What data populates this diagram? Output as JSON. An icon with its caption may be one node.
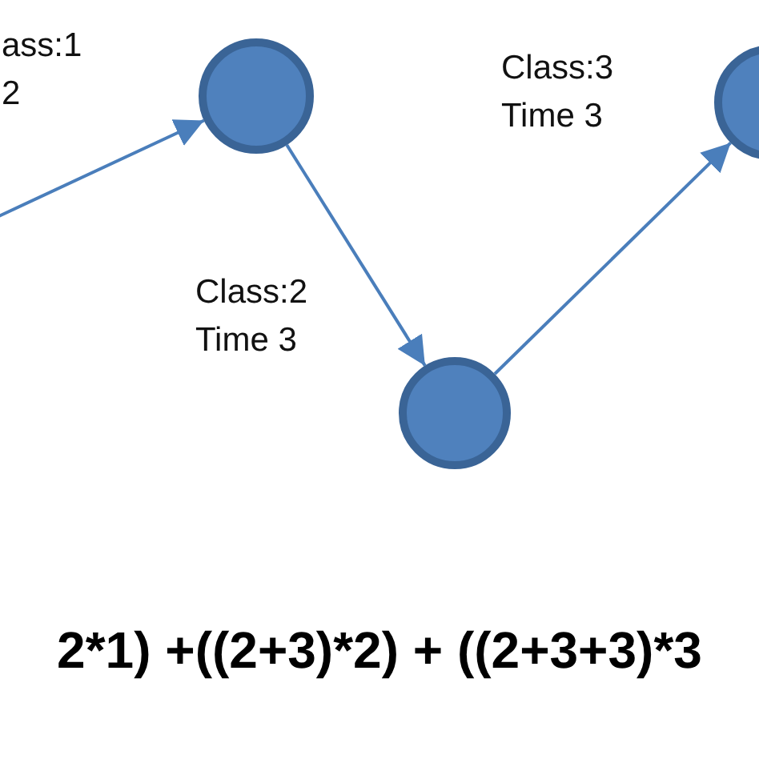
{
  "diagram": {
    "nodes": [
      {
        "text": [],
        "shape": "circle"
      },
      {
        "text": [],
        "shape": "circle"
      },
      {
        "text": [],
        "shape": "circle"
      }
    ],
    "edges": [
      {
        "from": null,
        "to": 0,
        "arrow": "to",
        "label": "ass:1 2"
      },
      {
        "from": 0,
        "to": 1,
        "arrow": "to",
        "label": "Class:2 Time 3"
      },
      {
        "from": 1,
        "to": 2,
        "arrow": "to",
        "label": "Class:3 Time 3"
      }
    ],
    "labels": [
      "2*1) +((2+3)*2) + ((2+3+3)*3"
    ]
  }
}
